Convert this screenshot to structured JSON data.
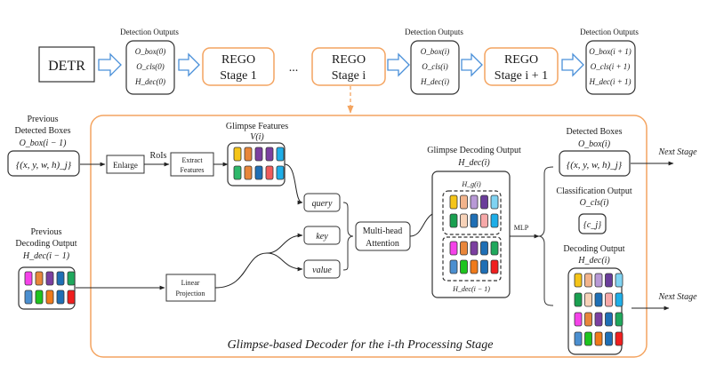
{
  "title": "REGO pipeline with Glimpse-based Decoder",
  "top_row": {
    "detr_label": "DETR",
    "detection_outputs_label": "Detection Outputs",
    "outputs": [
      {
        "box": "O_box(0)",
        "cls": "O_cls(0)",
        "dec": "H_dec(0)"
      },
      {
        "box": "O_box(i)",
        "cls": "O_cls(i)",
        "dec": "H_dec(i)"
      },
      {
        "box": "O_box(i + 1)",
        "cls": "O_cls(i + 1)",
        "dec": "H_dec(i + 1)"
      }
    ],
    "stages": [
      {
        "line1": "REGO",
        "line2": "Stage 1"
      },
      {
        "line1": "REGO",
        "line2": "Stage i"
      },
      {
        "line1": "REGO",
        "line2": "Stage i + 1"
      }
    ],
    "ellipsis": "..."
  },
  "inputs": {
    "prev_boxes": {
      "line1": "Previous",
      "line2": "Detected Boxes",
      "var": "O_box(i − 1)",
      "value": "{(x, y, w, h)_j}"
    },
    "prev_decoding": {
      "line1": "Previous",
      "line2": "Decoding Output",
      "var": "H_dec(i − 1)"
    }
  },
  "decoder": {
    "enlarge": "Enlarge",
    "rois": "RoIs",
    "extract": [
      "Extract",
      "Features"
    ],
    "glimpse_features": {
      "label": "Glimpse Features",
      "var": "V(i)"
    },
    "linear_projection": [
      "Linear",
      "Projection"
    ],
    "query": "query",
    "key": "key",
    "value": "value",
    "attention": [
      "Multi-head",
      "Attention"
    ],
    "glimpse_output": {
      "label": "Glimpse Decoding Output",
      "var": "H_dec(i)",
      "hg": "H_g(i)",
      "hprev": "H_dec(i − 1)"
    },
    "mlp": "MLP",
    "caption": "Glimpse-based Decoder for the i-th Processing Stage"
  },
  "outputs": {
    "detected_boxes": {
      "label": "Detected Boxes",
      "var": "O_box(i)",
      "value": "{(x, y, w, h)_j}"
    },
    "classification": {
      "label": "Classification Output",
      "var": "O_cls(i)",
      "value": "{c_j}"
    },
    "decoding": {
      "label": "Decoding Output",
      "var": "H_dec(i)"
    },
    "next_stage": "Next Stage"
  },
  "colors": {
    "accent_orange": "#f4a460",
    "arrow_blue": "#4a90d9",
    "border": "#333333"
  },
  "feature_colors": {
    "glimpse_row1": [
      "#f5c518",
      "#e8863a",
      "#7b3fa0",
      "#7b3fa0",
      "#1eaee8"
    ],
    "glimpse_row2": [
      "#2eb86a",
      "#e8863a",
      "#1f6fb5",
      "#f05b5b",
      "#1eaee8"
    ],
    "hg_row1": [
      "#f5c518",
      "#f2b48c",
      "#b899d6",
      "#6a3d9a",
      "#7fd3f2"
    ],
    "hg_row2": [
      "#1aa050",
      "#f7d2b8",
      "#1f6fb5",
      "#f7a8a8",
      "#1eaee8"
    ],
    "prev_row1": [
      "#f542e9",
      "#e8863a",
      "#7b3fa0",
      "#1f6fb5",
      "#1fa85c"
    ],
    "prev_row2": [
      "#4b8fd0",
      "#1ec41e",
      "#f07a1a",
      "#1f6fb5",
      "#f01e1e"
    ]
  }
}
